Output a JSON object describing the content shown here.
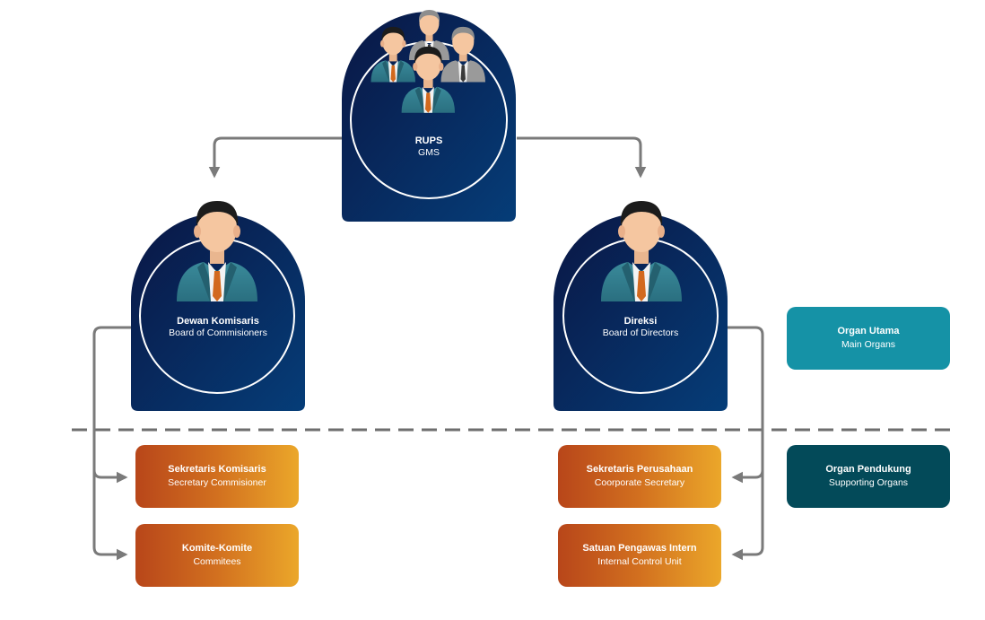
{
  "main_organs": [
    {
      "id": "rups",
      "title": "RUPS",
      "subtitle": "GMS"
    },
    {
      "id": "board-of-commissioners",
      "title": "Dewan Komisaris",
      "subtitle": "Board of Commisioners"
    },
    {
      "id": "board-of-directors",
      "title": "Direksi",
      "subtitle": "Board of Directors"
    }
  ],
  "supporting_organs": [
    {
      "id": "secretary-commissioner",
      "title": "Sekretaris Komisaris",
      "subtitle": "Secretary Commisioner"
    },
    {
      "id": "committees",
      "title": "Komite-Komite",
      "subtitle": "Commitees"
    },
    {
      "id": "corporate-secretary",
      "title": "Sekretaris Perusahaan",
      "subtitle": "Coorporate Secretary"
    },
    {
      "id": "internal-control-unit",
      "title": "Satuan Pengawas Intern",
      "subtitle": "Internal Control Unit"
    }
  ],
  "legend": [
    {
      "title": "Organ Utama",
      "subtitle": "Main Organs",
      "color": "#1592a6"
    },
    {
      "title": "Organ Pendukung",
      "subtitle": "Supporting Organs",
      "color": "#034a59"
    }
  ],
  "colors": {
    "node_gradient_dark": "#071a46",
    "node_gradient_light": "#053a75",
    "connector": "#7a7a7a",
    "supporting_left": "#b8461a",
    "supporting_right": "#eba72a"
  },
  "icons": [
    "group-of-people-icon",
    "person-icon"
  ]
}
